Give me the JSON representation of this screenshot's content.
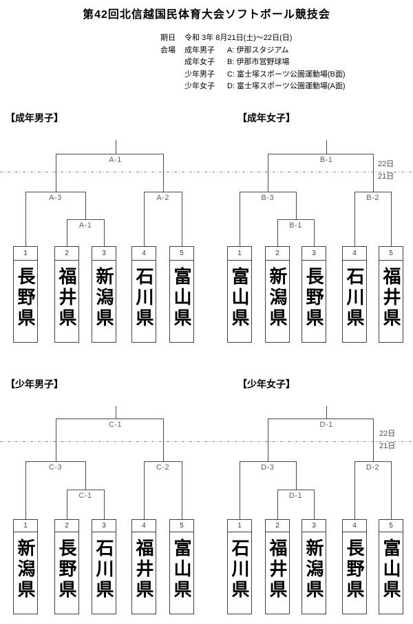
{
  "title": "第42回北信越国民体育大会ソフトボール競技会",
  "info": {
    "date_label": "期日",
    "date_value": "令和 3年 8月21日(土)～22日(日)",
    "venue_label": "会場",
    "venues": [
      {
        "category": "成年男子",
        "venue": "A: 伊那スタジアム"
      },
      {
        "category": "成年女子",
        "venue": "B: 伊那市営野球場"
      },
      {
        "category": "少年男子",
        "venue": "C: 富士塚スポーツ公園運動場(B面)"
      },
      {
        "category": "少年女子",
        "venue": "D: 富士塚スポーツ公園運動場(A面)"
      }
    ]
  },
  "schedule": {
    "day_above_line": "22日",
    "day_below_line": "21日"
  },
  "brackets": [
    {
      "heading": "【成年男子】",
      "labels": {
        "final": "A-1",
        "semi_left": "A-3",
        "semi_right": "A-2",
        "first_round": "A-1"
      },
      "teams": [
        {
          "seed": "1",
          "name": "長野県"
        },
        {
          "seed": "2",
          "name": "福井県"
        },
        {
          "seed": "3",
          "name": "新潟県"
        },
        {
          "seed": "4",
          "name": "石川県"
        },
        {
          "seed": "5",
          "name": "富山県"
        }
      ]
    },
    {
      "heading": "【成年女子】",
      "labels": {
        "final": "B-1",
        "semi_left": "B-3",
        "semi_right": "B-2",
        "first_round": "B-1"
      },
      "teams": [
        {
          "seed": "1",
          "name": "富山県"
        },
        {
          "seed": "2",
          "name": "新潟県"
        },
        {
          "seed": "3",
          "name": "長野県"
        },
        {
          "seed": "4",
          "name": "石川県"
        },
        {
          "seed": "5",
          "name": "福井県"
        }
      ]
    },
    {
      "heading": "【少年男子】",
      "labels": {
        "final": "C-1",
        "semi_left": "C-3",
        "semi_right": "C-2",
        "first_round": "C-1"
      },
      "teams": [
        {
          "seed": "1",
          "name": "新潟県"
        },
        {
          "seed": "2",
          "name": "長野県"
        },
        {
          "seed": "3",
          "name": "石川県"
        },
        {
          "seed": "4",
          "name": "福井県"
        },
        {
          "seed": "5",
          "name": "富山県"
        }
      ]
    },
    {
      "heading": "【少年女子】",
      "labels": {
        "final": "D-1",
        "semi_left": "D-3",
        "semi_right": "D-2",
        "first_round": "D-1"
      },
      "teams": [
        {
          "seed": "1",
          "name": "石川県"
        },
        {
          "seed": "2",
          "name": "福井県"
        },
        {
          "seed": "3",
          "name": "新潟県"
        },
        {
          "seed": "4",
          "name": "長野県"
        },
        {
          "seed": "5",
          "name": "富山県"
        }
      ]
    }
  ],
  "colors": {
    "line": "#4a4a4a",
    "dash_line": "#8a8a8a",
    "match_label": "#5f5f5f",
    "text": "#000000",
    "background": "#ffffff"
  }
}
